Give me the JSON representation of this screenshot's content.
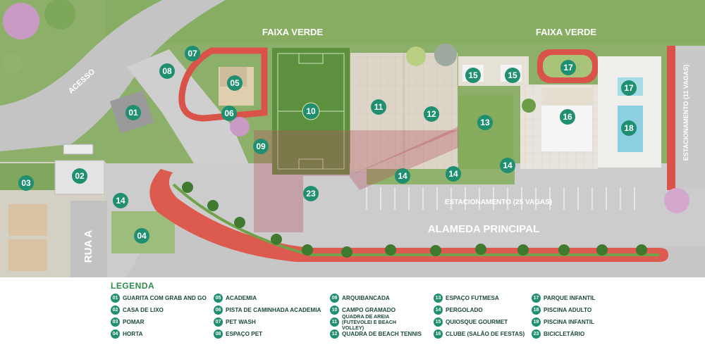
{
  "map": {
    "labels": {
      "faixa_verde_left": "FAIXA VERDE",
      "faixa_verde_right": "FAIXA VERDE",
      "acesso": "ACESSO",
      "estacionamento_25": "ESTACIONAMENTO (25 VAGAS)",
      "estacionamento_11": "ESTACIONAMENTO (11 VAGAS)",
      "alameda": "ALAMEDA PRINCIPAL",
      "rua_a": "RUA A"
    },
    "markers": [
      {
        "num": "01"
      },
      {
        "num": "02"
      },
      {
        "num": "03"
      },
      {
        "num": "04"
      },
      {
        "num": "05"
      },
      {
        "num": "06"
      },
      {
        "num": "07"
      },
      {
        "num": "08"
      },
      {
        "num": "09"
      },
      {
        "num": "10"
      },
      {
        "num": "11"
      },
      {
        "num": "12"
      },
      {
        "num": "13"
      },
      {
        "num": "14"
      },
      {
        "num": "14"
      },
      {
        "num": "14"
      },
      {
        "num": "14"
      },
      {
        "num": "15"
      },
      {
        "num": "15"
      },
      {
        "num": "16"
      },
      {
        "num": "17"
      },
      {
        "num": "17"
      },
      {
        "num": "18"
      },
      {
        "num": "23"
      }
    ],
    "colors": {
      "grass": "#8db36a",
      "marker": "#1f8f70",
      "track": "#d9534a",
      "paving": "#d9d3c7",
      "road": "#c9c9c9",
      "field": "#5c8f3e",
      "pool": "#8ccfe0"
    }
  },
  "legend": {
    "title": "LEGENDA",
    "items": [
      {
        "num": "01",
        "text": "GUARITA COM GRAB AND GO"
      },
      {
        "num": "02",
        "text": "CASA DE LIXO"
      },
      {
        "num": "03",
        "text": "POMAR"
      },
      {
        "num": "04",
        "text": "HORTA"
      },
      {
        "num": "05",
        "text": "ACADEMIA"
      },
      {
        "num": "06",
        "text": "PISTA DE CAMINHADA ACADEMIA"
      },
      {
        "num": "07",
        "text": "PET WASH"
      },
      {
        "num": "08",
        "text": "ESPAÇO PET"
      },
      {
        "num": "09",
        "text": "ARQUIBANCADA"
      },
      {
        "num": "10",
        "text": "CAMPO GRAMADO"
      },
      {
        "num": "11",
        "text": "QUADRA DE AREIA (FUTEVOLEI E BEACH VOLLEY)"
      },
      {
        "num": "12",
        "text": "QUADRA DE BEACH TENNIS"
      },
      {
        "num": "13",
        "text": "ESPAÇO FUTMESA"
      },
      {
        "num": "14",
        "text": "PERGOLADO"
      },
      {
        "num": "15",
        "text": "QUIOSQUE GOURMET"
      },
      {
        "num": "16",
        "text": "CLUBE (SALÃO DE FESTAS)"
      },
      {
        "num": "17",
        "text": "PARQUE INFANTIL"
      },
      {
        "num": "18",
        "text": "PISCINA ADULTO"
      },
      {
        "num": "19",
        "text": "PISCINA INFANTIL"
      },
      {
        "num": "23",
        "text": "BICICLETÁRIO"
      }
    ]
  }
}
